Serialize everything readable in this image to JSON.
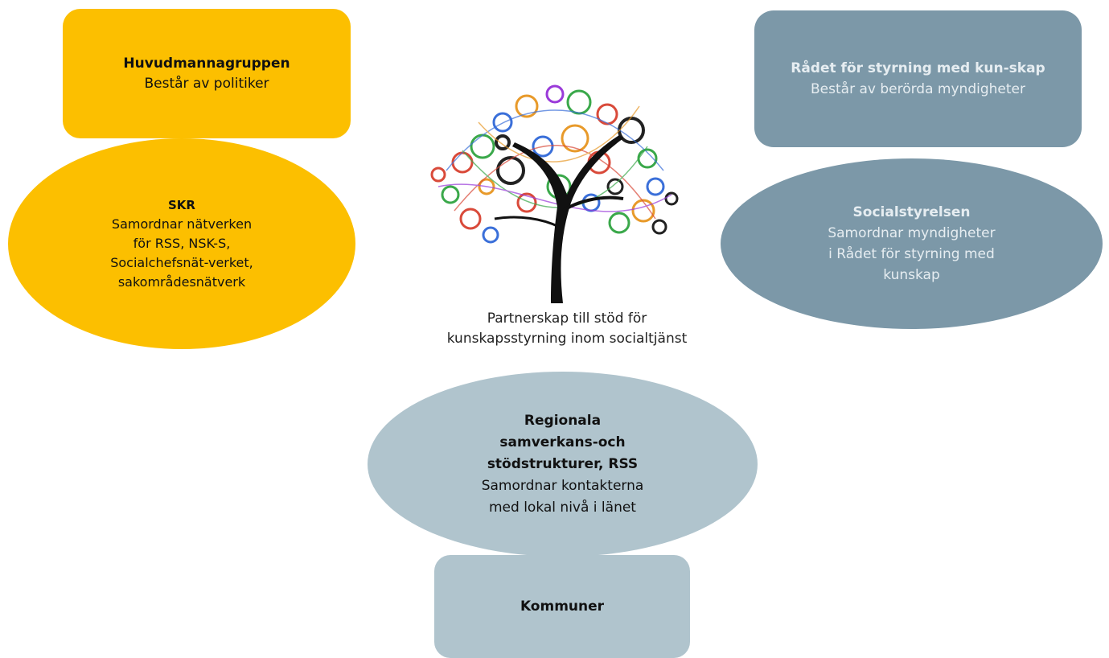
{
  "huvudmannagruppen": {
    "title": "Huvudmannagruppen",
    "desc": "Består av politiker"
  },
  "skr": {
    "title": "SKR",
    "desc": "Samordnar nätverken för RSS, NSK-S, Socialchefsnät-verket, sakområdesnätverk"
  },
  "radet": {
    "title": "Rådet för styrning med kun-skap",
    "desc": "Består av berörda myndigheter"
  },
  "socialstyrelsen": {
    "title": "Socialstyrelsen",
    "desc": "Samordnar myndigheter i Rådet för  styrning med kunskap"
  },
  "center": {
    "caption_line1": "Partnerskap till stöd för",
    "caption_line2": "kunskapsstyrning inom socialtjänst"
  },
  "rss": {
    "title": "Regionala samverkans-och stödstrukturer, RSS",
    "desc": "Samordnar kontakterna med lokal nivå i länet"
  },
  "kommuner": {
    "title": "Kommuner"
  },
  "colors": {
    "yellow": "#fcbf00",
    "blue_dark": "#7c98a8",
    "blue_light": "#b0c4cd"
  }
}
